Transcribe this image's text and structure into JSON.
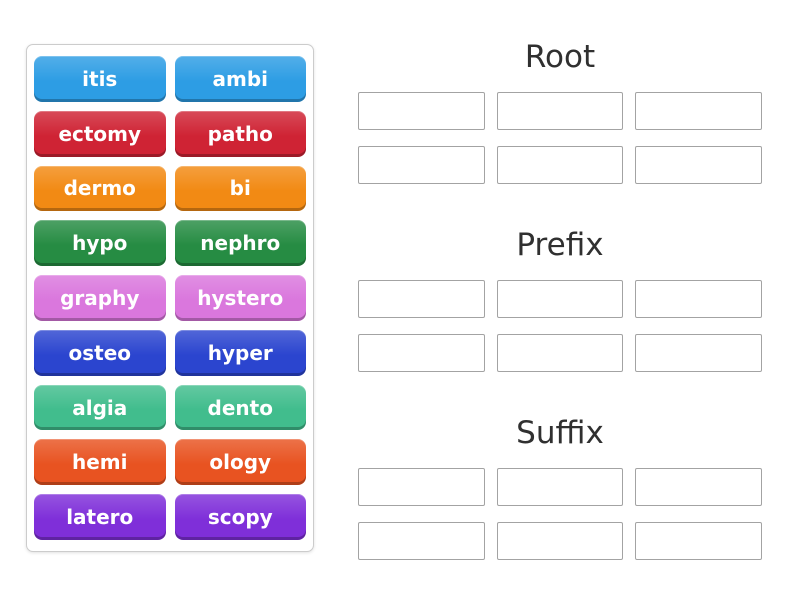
{
  "tray": {
    "tiles": [
      {
        "label": "itis",
        "color": "#2d9de4"
      },
      {
        "label": "ambi",
        "color": "#2d9de4"
      },
      {
        "label": "ectomy",
        "color": "#cf2334"
      },
      {
        "label": "patho",
        "color": "#cf2334"
      },
      {
        "label": "dermo",
        "color": "#f28a14"
      },
      {
        "label": "bi",
        "color": "#f28a14"
      },
      {
        "label": "hypo",
        "color": "#268c43"
      },
      {
        "label": "nephro",
        "color": "#268c43"
      },
      {
        "label": "graphy",
        "color": "#da77dd"
      },
      {
        "label": "hystero",
        "color": "#da77dd"
      },
      {
        "label": "osteo",
        "color": "#2b45cf"
      },
      {
        "label": "hyper",
        "color": "#2b45cf"
      },
      {
        "label": "algia",
        "color": "#41bd8d"
      },
      {
        "label": "dento",
        "color": "#41bd8d"
      },
      {
        "label": "hemi",
        "color": "#e85321"
      },
      {
        "label": "ology",
        "color": "#e85321"
      },
      {
        "label": "latero",
        "color": "#7f2fd9"
      },
      {
        "label": "scopy",
        "color": "#7f2fd9"
      }
    ]
  },
  "groups": [
    {
      "title": "Root",
      "slot_count": 6
    },
    {
      "title": "Prefix",
      "slot_count": 6
    },
    {
      "title": "Suffix",
      "slot_count": 6
    }
  ],
  "colors": {
    "page_bg": "#ffffff",
    "title_text": "#303030",
    "slot_border": "#a3a3a3",
    "tray_border": "#cccccc",
    "tile_text": "#ffffff"
  }
}
